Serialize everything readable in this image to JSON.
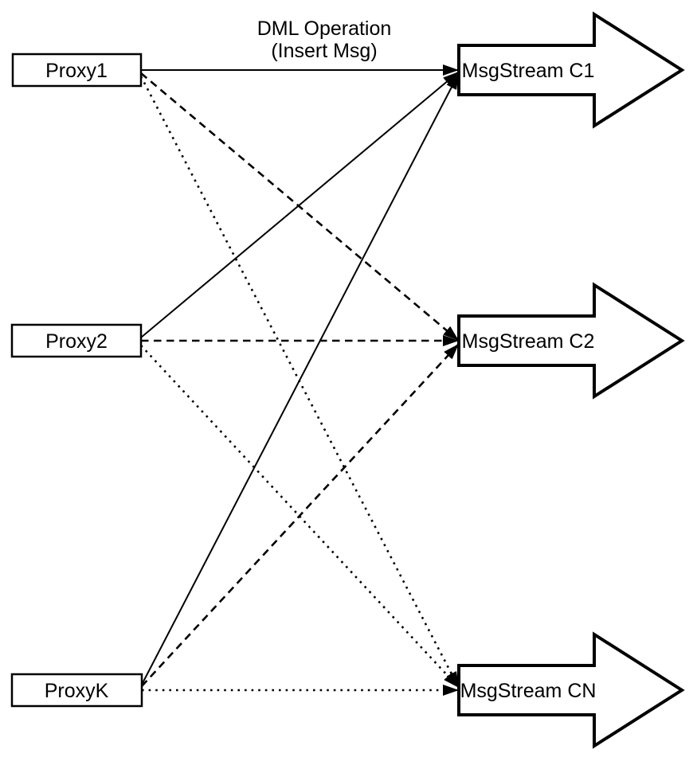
{
  "diagram": {
    "caption": {
      "line1": "DML Operation",
      "line2": "(Insert Msg)"
    },
    "proxies": [
      {
        "id": "proxy1",
        "label": "Proxy1"
      },
      {
        "id": "proxy2",
        "label": "Proxy2"
      },
      {
        "id": "proxyk",
        "label": "ProxyK"
      }
    ],
    "streams": [
      {
        "id": "c1",
        "label": "MsgStream C1",
        "incoming_line_style": "solid"
      },
      {
        "id": "c2",
        "label": "MsgStream C2",
        "incoming_line_style": "dashed"
      },
      {
        "id": "cn",
        "label": "MsgStream CN",
        "incoming_line_style": "dotted"
      }
    ],
    "connections": [
      {
        "from": "Proxy1",
        "to": "MsgStream C1",
        "style": "solid"
      },
      {
        "from": "Proxy1",
        "to": "MsgStream C2",
        "style": "dashed"
      },
      {
        "from": "Proxy1",
        "to": "MsgStream CN",
        "style": "dotted"
      },
      {
        "from": "Proxy2",
        "to": "MsgStream C1",
        "style": "solid"
      },
      {
        "from": "Proxy2",
        "to": "MsgStream C2",
        "style": "dashed"
      },
      {
        "from": "Proxy2",
        "to": "MsgStream CN",
        "style": "dotted"
      },
      {
        "from": "ProxyK",
        "to": "MsgStream C1",
        "style": "solid"
      },
      {
        "from": "ProxyK",
        "to": "MsgStream C2",
        "style": "dashed"
      },
      {
        "from": "ProxyK",
        "to": "MsgStream CN",
        "style": "dotted"
      }
    ],
    "colors": {
      "stroke": "#000000",
      "fill": "#ffffff",
      "background": "#ffffff"
    }
  }
}
